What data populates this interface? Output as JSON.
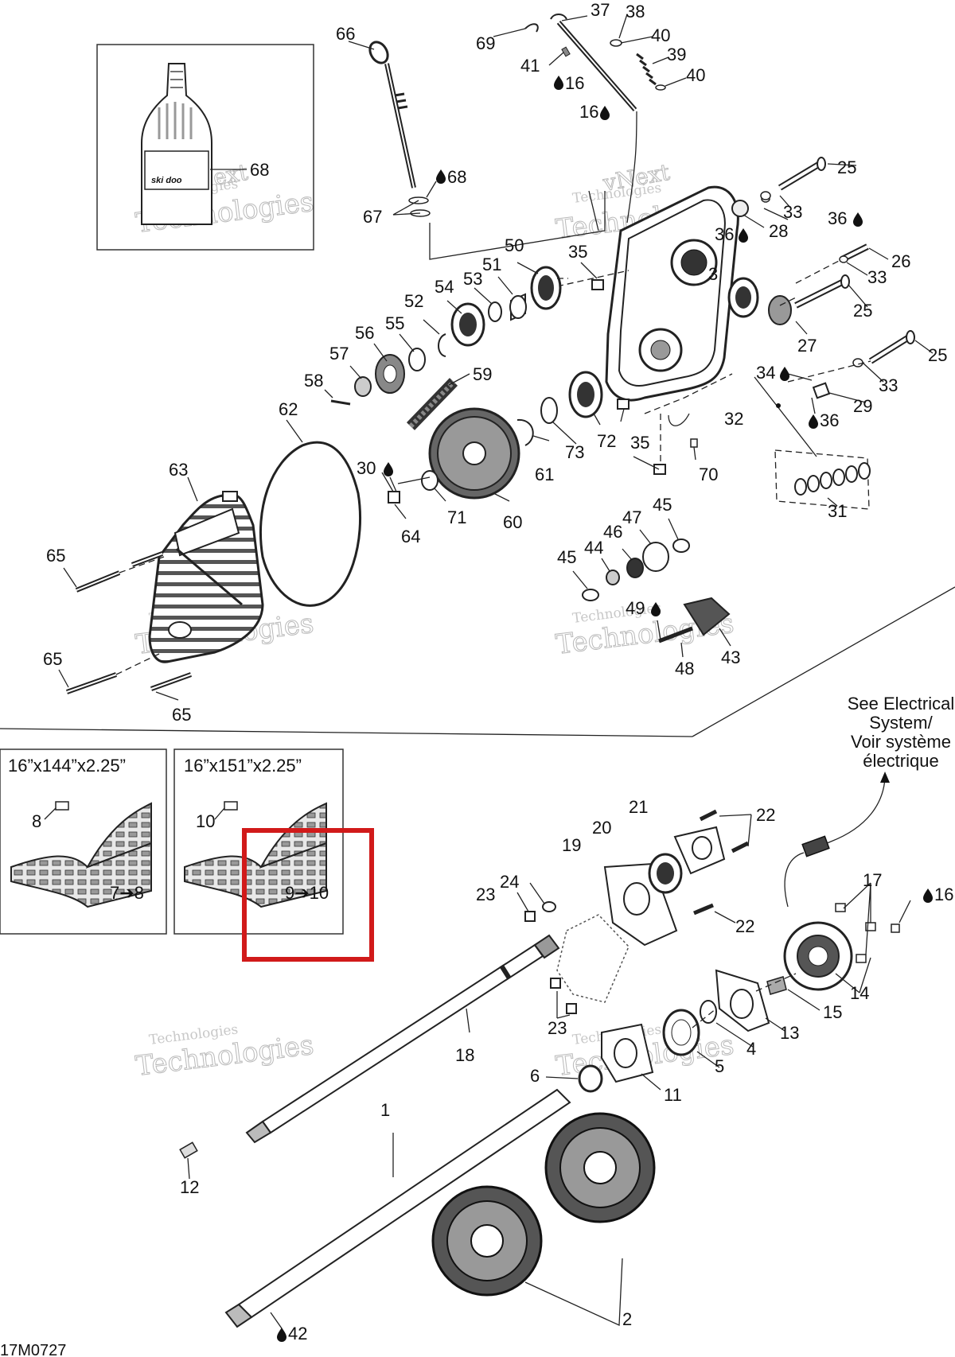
{
  "diagram": {
    "code": "17M0727",
    "watermark_line1": "vNext",
    "watermark_line2": "Technologies",
    "highlight_color": "#d11a1a",
    "oil_icon": "oil-drop-icon",
    "note": {
      "line1": "See Electrical",
      "line2": "System/",
      "line3": "Voir système",
      "line4": "électrique"
    },
    "track_boxes": [
      {
        "size": "16”x144”x2.25”",
        "item_label": "8",
        "kit_label": "7➔8"
      },
      {
        "size": "16”x151”x2.25”",
        "item_label": "10",
        "kit_label": "9➔10"
      }
    ],
    "oil_bottle_label": "68",
    "oil_bottle_brand": "ski doo",
    "labels": {
      "p1": "1",
      "p2": "2",
      "p3": "3",
      "p4": "4",
      "p5": "5",
      "p6": "6",
      "p11": "11",
      "p12": "12",
      "p13": "13",
      "p14": "14",
      "p15": "15",
      "p16": "16",
      "p16b": "16",
      "p16c": "16",
      "p17": "17",
      "p18": "18",
      "p19": "19",
      "p20": "20",
      "p21": "21",
      "p22a": "22",
      "p22b": "22",
      "p23a": "23",
      "p23b": "23",
      "p24": "24",
      "p25a": "25",
      "p25b": "25",
      "p25c": "25",
      "p26": "26",
      "p27": "27",
      "p28": "28",
      "p29": "29",
      "p30": "30",
      "p31": "31",
      "p32": "32",
      "p33a": "33",
      "p33b": "33",
      "p33c": "33",
      "p34": "34",
      "p35a": "35",
      "p35b": "35",
      "p36a": "36",
      "p36b": "36",
      "p36c": "36",
      "p37": "37",
      "p38": "38",
      "p39": "39",
      "p40a": "40",
      "p40b": "40",
      "p41": "41",
      "p42": "42",
      "p43": "43",
      "p44": "44",
      "p45a": "45",
      "p45b": "45",
      "p46": "46",
      "p47": "47",
      "p48": "48",
      "p49": "49",
      "p50": "50",
      "p51": "51",
      "p52": "52",
      "p53": "53",
      "p54": "54",
      "p55": "55",
      "p56": "56",
      "p57": "57",
      "p58": "58",
      "p59": "59",
      "p60": "60",
      "p61": "61",
      "p62": "62",
      "p63": "63",
      "p64": "64",
      "p65a": "65",
      "p65b": "65",
      "p65c": "65",
      "p66": "66",
      "p67": "67",
      "p68": "68",
      "p69": "69",
      "p70": "70",
      "p71": "71",
      "p72": "72",
      "p73": "73"
    }
  }
}
